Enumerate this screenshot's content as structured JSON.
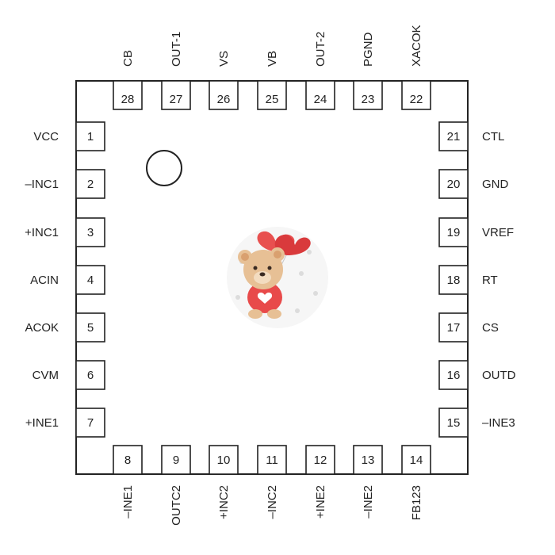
{
  "package": {
    "orientation_marker": "pin-1-dot",
    "illustration": "teddy-bear-with-heart-balloons"
  },
  "pins": {
    "left": [
      {
        "num": "1",
        "label": "VCC"
      },
      {
        "num": "2",
        "label": "–INC1"
      },
      {
        "num": "3",
        "label": "+INC1"
      },
      {
        "num": "4",
        "label": "ACIN"
      },
      {
        "num": "5",
        "label": "ACOK"
      },
      {
        "num": "6",
        "label": "CVM"
      },
      {
        "num": "7",
        "label": "+INE1"
      }
    ],
    "bottom": [
      {
        "num": "8",
        "label": "–INE1"
      },
      {
        "num": "9",
        "label": "OUTC2"
      },
      {
        "num": "10",
        "label": "+INC2"
      },
      {
        "num": "11",
        "label": "–INC2"
      },
      {
        "num": "12",
        "label": "+INE2"
      },
      {
        "num": "13",
        "label": "–INE2"
      },
      {
        "num": "14",
        "label": "FB123"
      }
    ],
    "right": [
      {
        "num": "15",
        "label": "–INE3"
      },
      {
        "num": "16",
        "label": "OUTD"
      },
      {
        "num": "17",
        "label": "CS"
      },
      {
        "num": "18",
        "label": "RT"
      },
      {
        "num": "19",
        "label": "VREF"
      },
      {
        "num": "20",
        "label": "GND"
      },
      {
        "num": "21",
        "label": "CTL"
      }
    ],
    "top": [
      {
        "num": "22",
        "label": "XACOK"
      },
      {
        "num": "23",
        "label": "PGND"
      },
      {
        "num": "24",
        "label": "OUT-2"
      },
      {
        "num": "25",
        "label": "VB"
      },
      {
        "num": "26",
        "label": "VS"
      },
      {
        "num": "27",
        "label": "OUT-1"
      },
      {
        "num": "28",
        "label": "CB"
      }
    ]
  }
}
